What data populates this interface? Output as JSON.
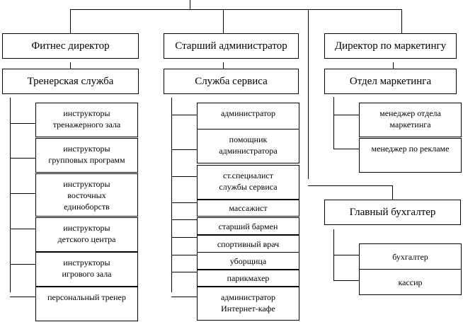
{
  "top_level": {
    "fitness_director": "Фитнес директор",
    "senior_admin": "Старший администратор",
    "marketing_director": "Директор по маркетингу",
    "chief_accountant": "Главный бухгалтер"
  },
  "departments": {
    "trainer_service": "Тренерская служба",
    "service_dept": "Служба сервиса",
    "marketing_dept": "Отдел маркетинга"
  },
  "trainer_staff": [
    "инструкторы\nтренажерного зала",
    "инструкторы\nгрупповых программ",
    "инструкторы\nвосточных\nединоборств",
    "инструкторы\nдетского центра",
    "инструкторы\nигрового зала",
    "персональный тренер"
  ],
  "service_staff": [
    "администратор",
    "помощник\nадминистратора",
    "ст.специалист\nслужбы сервиса",
    "массажист",
    "старший бармен",
    "спортивный врач",
    "уборщица",
    "парикмахер",
    "администратор\nИнтернет-кафе"
  ],
  "marketing_staff": [
    "менеджер отдела\nмаркетинга",
    "менеджер по рекламе"
  ],
  "accounting_staff": [
    "бухгалтер",
    "кассир"
  ]
}
